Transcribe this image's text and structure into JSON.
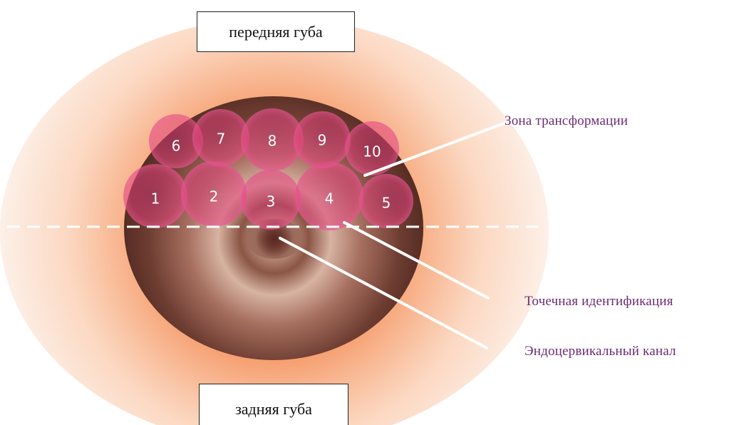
{
  "lips": {
    "anterior": "передняя губа",
    "posterior": "задняя губа"
  },
  "labels": {
    "transformation_zone": "Зона трансформации",
    "point_identification": "Точечная идентификация",
    "endocervical_canal": "Эндоцервикальный канал"
  },
  "zones": {
    "top_row": [
      "6",
      "7",
      "8",
      "9",
      "10"
    ],
    "bottom_row": [
      "1",
      "2",
      "3",
      "4",
      "5"
    ]
  },
  "colors": {
    "label_text": "#6b2a73",
    "zone_pink": "#e0407a",
    "cervix_brown": "#7a4a3c",
    "halo_orange": "#f4a070"
  }
}
